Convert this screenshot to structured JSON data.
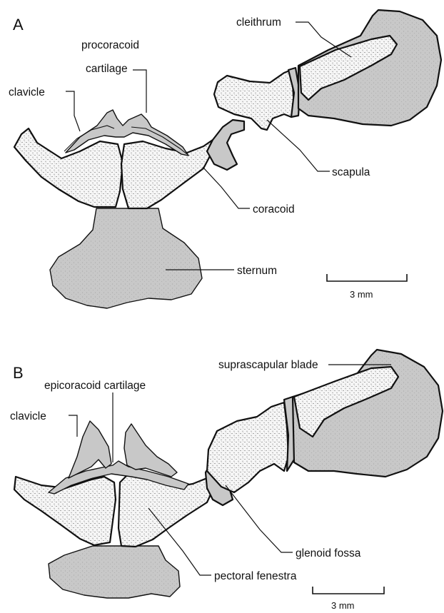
{
  "panel_a": {
    "letter": "A",
    "labels": {
      "procoracoid_line1": "procoracoid",
      "procoracoid_line2": "cartilage",
      "clavicle": "clavicle",
      "cleithrum": "cleithrum",
      "scapula": "scapula",
      "coracoid": "coracoid",
      "sternum": "sternum"
    },
    "scale_bar": "3 mm"
  },
  "panel_b": {
    "letter": "B",
    "labels": {
      "suprascapular_blade": "suprascapular blade",
      "epicoracoid_cartilage": "epicoracoid cartilage",
      "clavicle": "clavicle",
      "glenoid_fossa": "glenoid fossa",
      "pectoral_fenestra": "pectoral fenestra"
    },
    "scale_bar": "3 mm"
  },
  "colors": {
    "cartilage_fill": "#c8c8c8",
    "bone_fill": "#f4f4f4",
    "stipple": "#333333",
    "outline": "#111111"
  }
}
